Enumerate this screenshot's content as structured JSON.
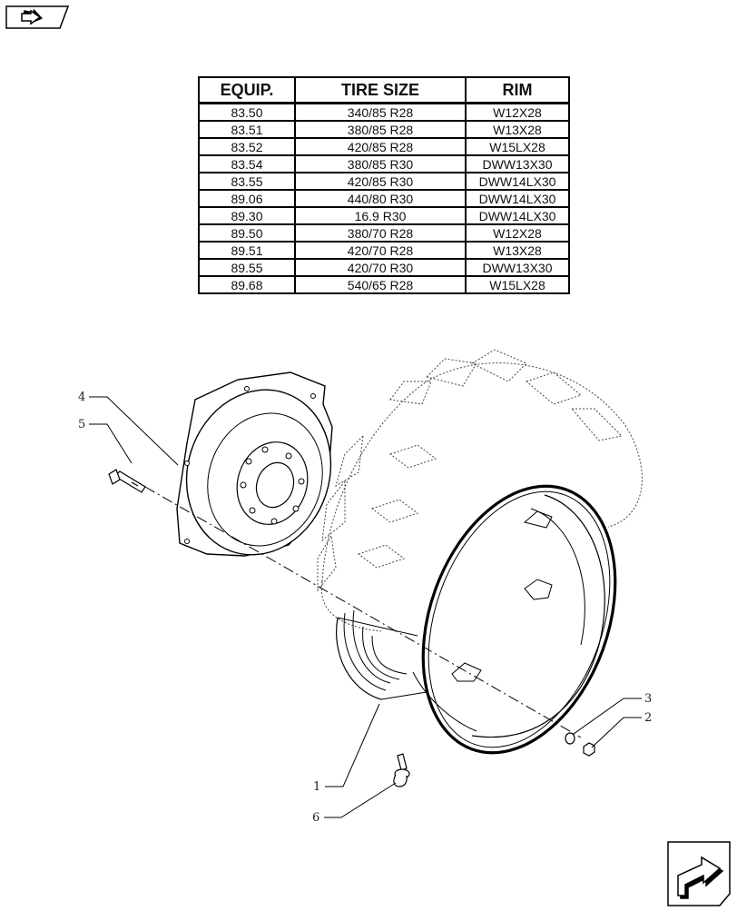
{
  "table": {
    "headers": [
      "EQUIP.",
      "TIRE SIZE",
      "RIM"
    ],
    "rows": [
      [
        "83.50",
        "340/85 R28",
        "W12X28"
      ],
      [
        "83.51",
        "380/85 R28",
        "W13X28"
      ],
      [
        "83.52",
        "420/85 R28",
        "W15LX28"
      ],
      [
        "83.54",
        "380/85 R30",
        "DWW13X30"
      ],
      [
        "83.55",
        "420/85 R30",
        "DWW14LX30"
      ],
      [
        "89.06",
        "440/80 R30",
        "DWW14LX30"
      ],
      [
        "89.30",
        "16.9 R30",
        "DWW14LX30"
      ],
      [
        "89.50",
        "380/70 R28",
        "W12X28"
      ],
      [
        "89.51",
        "420/70 R28",
        "W13X28"
      ],
      [
        "89.55",
        "420/70 R30",
        "DWW13X30"
      ],
      [
        "89.68",
        "540/65 R28",
        "W15LX28"
      ]
    ]
  },
  "callouts": {
    "c1": "1",
    "c2": "2",
    "c3": "3",
    "c4": "4",
    "c5": "5",
    "c6": "6"
  },
  "icons": {
    "top": "back-nav-icon",
    "bottom": "forward-nav-icon"
  }
}
